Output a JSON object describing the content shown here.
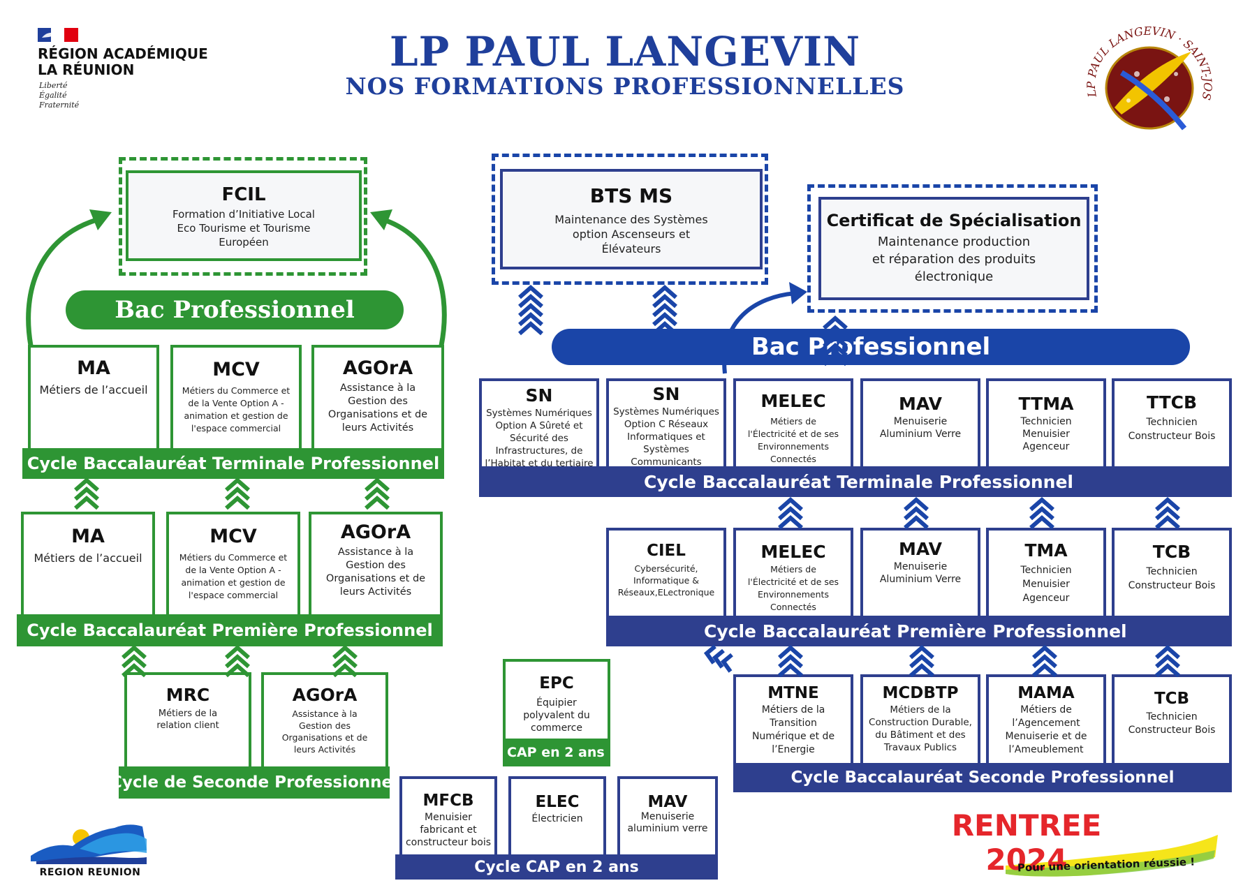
{
  "header": {
    "gov_name_line1": "RÉGION ACADÉMIQUE",
    "gov_name_line2": "LA RÉUNION",
    "gov_motto_1": "Liberté",
    "gov_motto_2": "Égalité",
    "gov_motto_3": "Fraternité",
    "title": "LP PAUL LANGEVIN",
    "subtitle": "NOS FORMATIONS PROFESSIONNELLES",
    "seal_text": "LP PAUL LANGEVIN · SAINT-JOSEPH · ÎLE DE LA RÉUNION"
  },
  "green": {
    "fcil": {
      "code": "FCIL",
      "desc1": "Formation d’Initiative Local",
      "desc2": "Eco Tourisme et Tourisme",
      "desc3": "Européen"
    },
    "bac_pill": "Bac Professionnel",
    "terminale": {
      "band": "Cycle Baccalauréat Terminale Professionnel",
      "cards": [
        {
          "code": "MA",
          "desc": "Métiers de l’accueil"
        },
        {
          "code": "MCV",
          "desc": "Métiers du Commerce et de la Vente Option A - animation et gestion de l'espace commercial"
        },
        {
          "code": "AGOrA",
          "desc": "Assistance à la Gestion des Organisations et de leurs Activités"
        }
      ]
    },
    "premiere": {
      "band": "Cycle Baccalauréat Première Professionnel",
      "cards": [
        {
          "code": "MA",
          "desc": "Métiers de l’accueil"
        },
        {
          "code": "MCV",
          "desc": "Métiers du Commerce et de la Vente Option A - animation et gestion de l'espace commercial"
        },
        {
          "code": "AGOrA",
          "desc": "Assistance à la Gestion des Organisations et de leurs Activités"
        }
      ]
    },
    "seconde": {
      "band": "Cycle de Seconde Professionnel",
      "cards": [
        {
          "code": "MRC",
          "desc": "Métiers de la relation client"
        },
        {
          "code": "AGOrA",
          "desc": "Assistance à la Gestion des Organisations et de leurs Activités"
        }
      ]
    },
    "epc": {
      "code": "EPC",
      "desc": "Équipier polyvalent du commerce",
      "band": "CAP en 2 ans"
    }
  },
  "blue": {
    "bts": {
      "code": "BTS MS",
      "desc1": "Maintenance des Systèmes",
      "desc2": "option Ascenseurs et",
      "desc3": "Élévateurs"
    },
    "cs": {
      "code": "Certificat de Spécialisation",
      "desc1": "Maintenance production",
      "desc2": "et réparation des produits",
      "desc3": "électronique"
    },
    "bac_pill": "Bac Professionnel",
    "terminale": {
      "band": "Cycle Baccalauréat Terminale Professionnel",
      "cards": [
        {
          "code": "SN",
          "desc": "Systèmes Numériques Option A Sûreté et Sécurité des Infrastructures, de l’Habitat et du tertiaire"
        },
        {
          "code": "SN",
          "desc": "Systèmes Numériques Option C Réseaux Informatiques et Systèmes Communicants"
        },
        {
          "code": "MELEC",
          "desc": "Métiers de l'Électricité et de ses Environnements Connectés"
        },
        {
          "code": "MAV",
          "desc": "Menuiserie Aluminium Verre"
        },
        {
          "code": "TTMA",
          "desc": "Technicien Menuisier Agenceur"
        },
        {
          "code": "TTCB",
          "desc": "Technicien Constructeur Bois"
        }
      ]
    },
    "premiere": {
      "band": "Cycle Baccalauréat Première Professionnel",
      "cards": [
        {
          "code": "CIEL",
          "desc": "Cybersécurité, Informatique & Réseaux,ELectronique"
        },
        {
          "code": "MELEC",
          "desc": "Métiers de l'Électricité et de ses Environnements Connectés"
        },
        {
          "code": "MAV",
          "desc": "Menuiserie Aluminium Verre"
        },
        {
          "code": "TMA",
          "desc": "Technicien Menuisier Agenceur"
        },
        {
          "code": "TCB",
          "desc": "Technicien Constructeur Bois"
        }
      ]
    },
    "seconde": {
      "band": "Cycle Baccalauréat Seconde Professionnel",
      "cards": [
        {
          "code": "MTNE",
          "desc": "Métiers de la Transition Numérique et de l’Energie"
        },
        {
          "code": "MCDBTP",
          "desc": "Métiers de la Construction Durable, du Bâtiment et des Travaux Publics"
        },
        {
          "code": "MAMA",
          "desc": "Métiers de l’Agencement Menuiserie et de l’Ameublement"
        },
        {
          "code": "TCB",
          "desc": "Technicien Constructeur Bois"
        }
      ]
    },
    "cap": {
      "band": "Cycle CAP en 2 ans",
      "cards": [
        {
          "code": "MFCB",
          "desc": "Menuisier fabricant et constructeur bois"
        },
        {
          "code": "ELEC",
          "desc": "Électricien"
        },
        {
          "code": "MAV",
          "desc": "Menuiserie aluminium verre"
        }
      ]
    }
  },
  "footer": {
    "region_logo_text": "REGION REUNION",
    "rentree": "RENTREE 2024",
    "slogan": "Pour une orientation réussie !"
  },
  "colors": {
    "green": "#2e9534",
    "blue": "#2e3f8e",
    "blue_pill": "#1a45a8",
    "title_blue": "#1f3f9b",
    "rentree_red": "#e5262b"
  }
}
